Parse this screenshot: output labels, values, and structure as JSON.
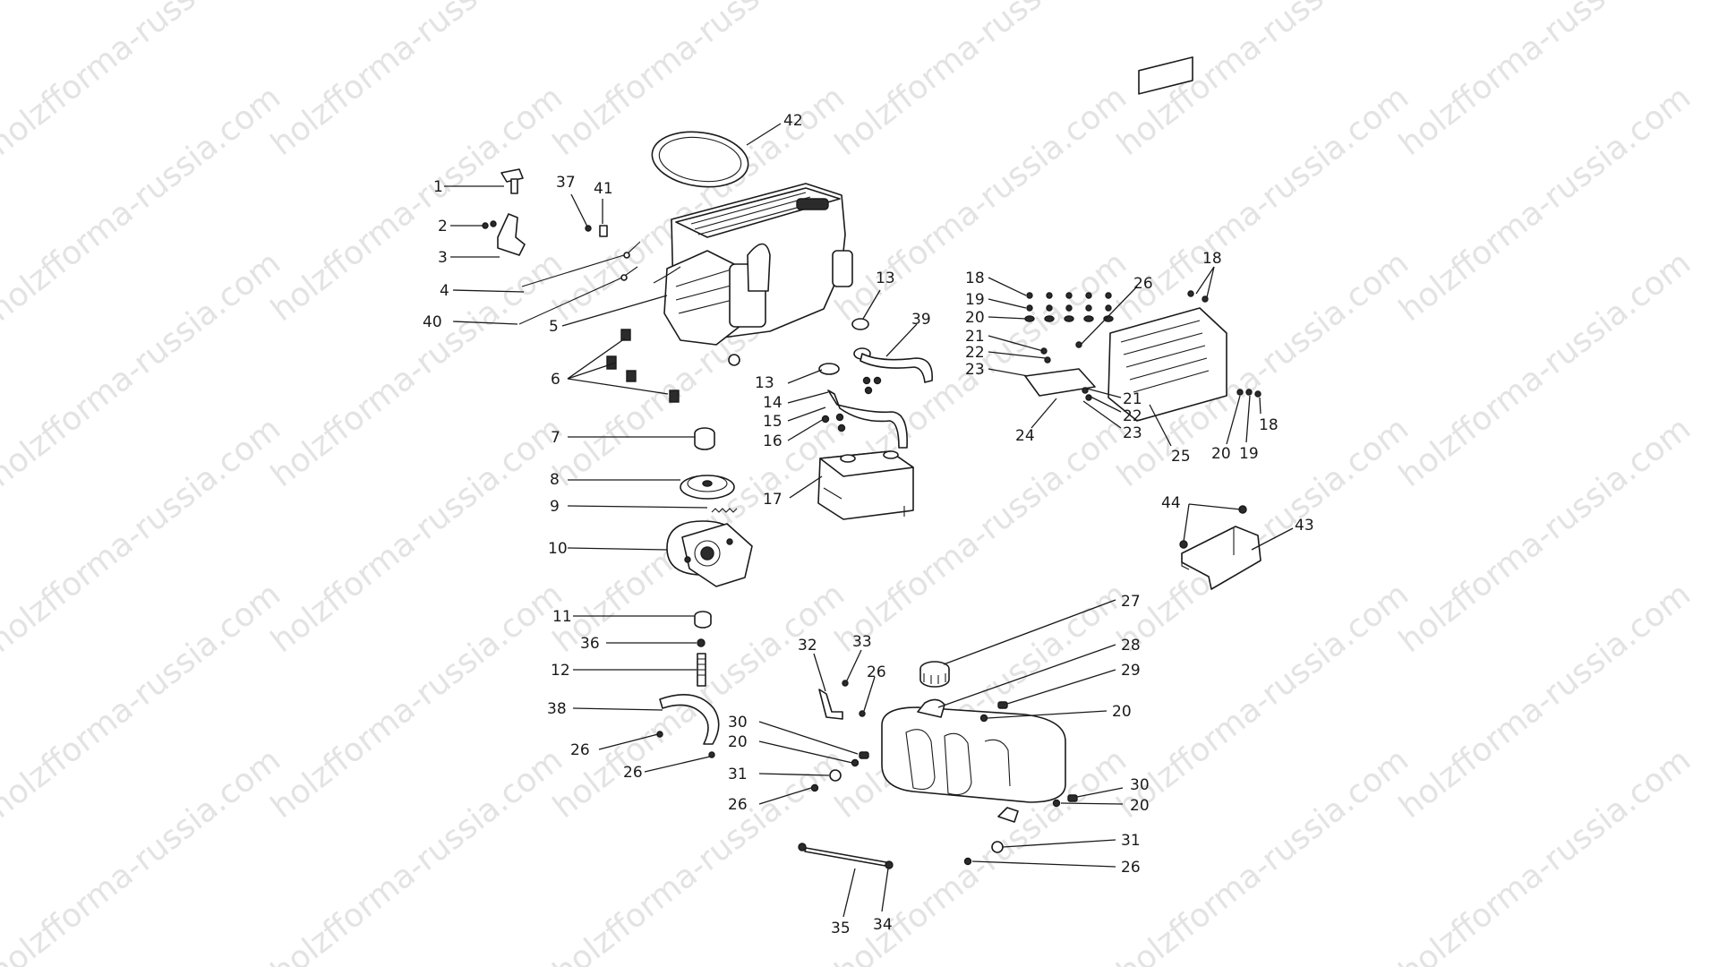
{
  "watermark": "holzfforma-russia.com",
  "callouts": [
    {
      "text": "1"
    },
    {
      "text": "2"
    },
    {
      "text": "3"
    },
    {
      "text": "4"
    },
    {
      "text": "40"
    },
    {
      "text": "5"
    },
    {
      "text": "6"
    },
    {
      "text": "7"
    },
    {
      "text": "8"
    },
    {
      "text": "9"
    },
    {
      "text": "10"
    },
    {
      "text": "11"
    },
    {
      "text": "36"
    },
    {
      "text": "12"
    },
    {
      "text": "38"
    },
    {
      "text": "26"
    },
    {
      "text": "26"
    },
    {
      "text": "37"
    },
    {
      "text": "41"
    },
    {
      "text": "42"
    },
    {
      "text": "13"
    },
    {
      "text": "39"
    },
    {
      "text": "13"
    },
    {
      "text": "14"
    },
    {
      "text": "15"
    },
    {
      "text": "16"
    },
    {
      "text": "17"
    },
    {
      "text": "18"
    },
    {
      "text": "19"
    },
    {
      "text": "20"
    },
    {
      "text": "21"
    },
    {
      "text": "22"
    },
    {
      "text": "23"
    },
    {
      "text": "24"
    },
    {
      "text": "26"
    },
    {
      "text": "18"
    },
    {
      "text": "21"
    },
    {
      "text": "22"
    },
    {
      "text": "23"
    },
    {
      "text": "25"
    },
    {
      "text": "20"
    },
    {
      "text": "19"
    },
    {
      "text": "18"
    },
    {
      "text": "44"
    },
    {
      "text": "43"
    },
    {
      "text": "27"
    },
    {
      "text": "28"
    },
    {
      "text": "29"
    },
    {
      "text": "20"
    },
    {
      "text": "32"
    },
    {
      "text": "33"
    },
    {
      "text": "26"
    },
    {
      "text": "30"
    },
    {
      "text": "20"
    },
    {
      "text": "31"
    },
    {
      "text": "26"
    },
    {
      "text": "30"
    },
    {
      "text": "20"
    },
    {
      "text": "31"
    },
    {
      "text": "26"
    },
    {
      "text": "35"
    },
    {
      "text": "34"
    }
  ]
}
